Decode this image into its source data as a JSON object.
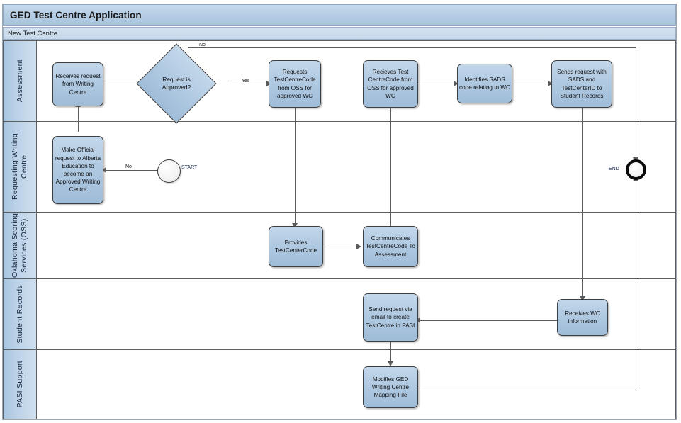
{
  "pool": {
    "title": "GED Test Centre Application"
  },
  "phase": {
    "label": "New Test Centre"
  },
  "lanes": [
    {
      "id": "assessment",
      "label": "Assessment"
    },
    {
      "id": "requesting-writing-centre",
      "label": "Requesting Writing Centre"
    },
    {
      "id": "oklahoma-scoring-services",
      "label": "Oklahoma Scoring Services (OSS)"
    },
    {
      "id": "student-records",
      "label": "Student Records"
    },
    {
      "id": "pasi-support",
      "label": "PASI Support"
    }
  ],
  "events": [
    {
      "id": "start",
      "type": "start-event",
      "label": "START"
    },
    {
      "id": "end",
      "type": "end-event",
      "label": "END"
    }
  ],
  "tasks": [
    {
      "id": "receives-request",
      "text": "Receives request from Writing Centre"
    },
    {
      "id": "requests-testcentrecode",
      "text": "Requests TestCentreCode from OSS for approved WC"
    },
    {
      "id": "recieves-testcentrecode",
      "text": "Recieves Test CentreCode from OSS for approved WC"
    },
    {
      "id": "identifies-sads",
      "text": "Identifies SADS code relating to WC"
    },
    {
      "id": "sends-request-sads",
      "text": "Sends request with SADS and TestCenterID to Student Records"
    },
    {
      "id": "make-official-request",
      "text": "Make Official request to Alberta Education to become an Approved Writing Centre"
    },
    {
      "id": "provides-testcentercode",
      "text": "Provides TestCenterCode"
    },
    {
      "id": "communicates-testcentrecode",
      "text": "Communicates TestCentreCode To Assessment"
    },
    {
      "id": "send-request-email",
      "text": "Send request via email to create TestCentre in PASI"
    },
    {
      "id": "receives-wc-information",
      "text": "Receives WC information"
    },
    {
      "id": "modifies-ged-mapping",
      "text": "Modifies GED Writing Centre Mapping File"
    }
  ],
  "gateways": [
    {
      "id": "request-approved",
      "text": "Request is Approved?"
    }
  ],
  "flow_labels": {
    "no_top": "No",
    "yes": "Yes",
    "no_start": "No"
  },
  "colors": {
    "task_fill": "#b2cbe3",
    "task_border": "#3f3f3f",
    "lane_header_fill": "#bdd3e8",
    "pool_title_fill": "#b5cde4",
    "connector": "#5a5a5a"
  }
}
